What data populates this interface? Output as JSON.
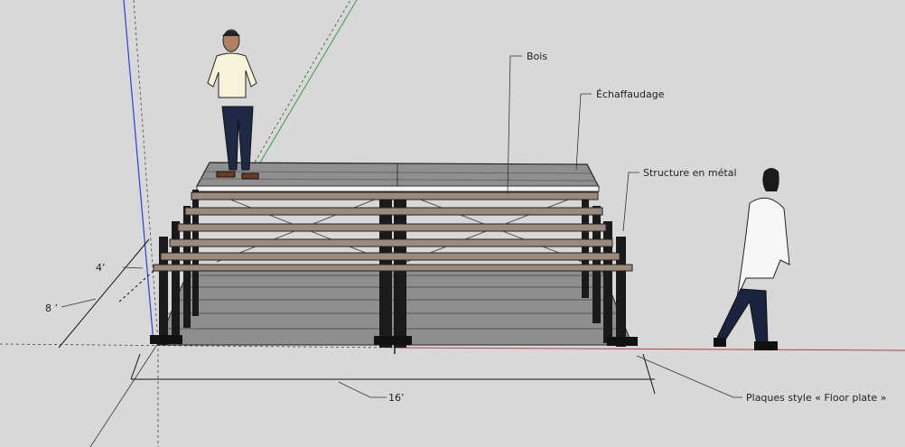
{
  "labels": {
    "bois": "Bois",
    "echaffaudage": "Échaffaudage",
    "structure": "Structure en métal",
    "plaques": "Plaques style « Floor plate »"
  },
  "dimensions": {
    "height": "4’",
    "depth": "8 ’",
    "width": "16’"
  },
  "colors": {
    "background": "#d8d8d8",
    "axis_blue": "#2b3fd6",
    "axis_green": "#3a9a3a",
    "axis_red": "#b04040"
  }
}
